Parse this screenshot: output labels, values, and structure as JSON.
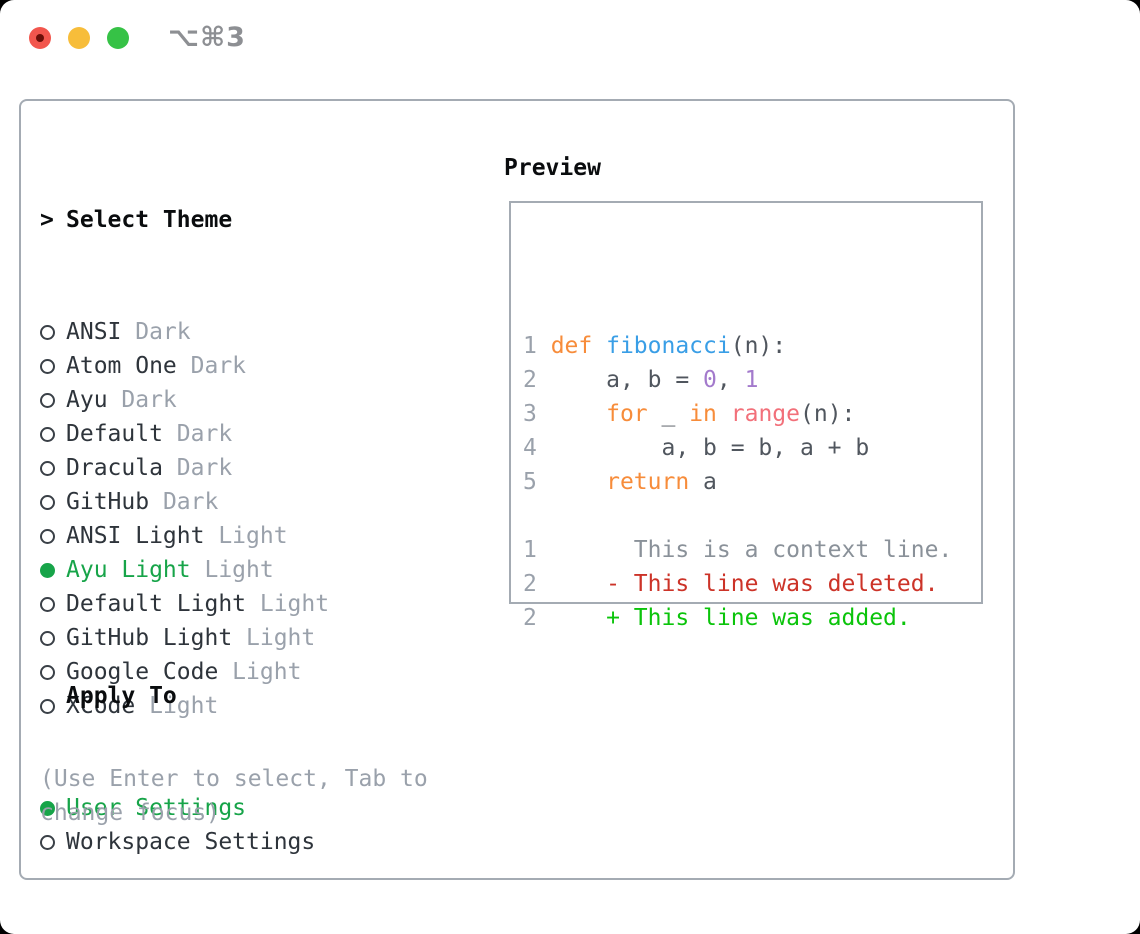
{
  "window": {
    "title": "⌥⌘3",
    "traffic_lights": [
      "close",
      "minimize",
      "zoom"
    ]
  },
  "theme_panel": {
    "header": {
      "prefix": ">",
      "label": "Select Theme"
    },
    "themes": [
      {
        "name": "ANSI",
        "variant": "Dark",
        "selected": false
      },
      {
        "name": "Atom One",
        "variant": "Dark",
        "selected": false
      },
      {
        "name": "Ayu",
        "variant": "Dark",
        "selected": false
      },
      {
        "name": "Default",
        "variant": "Dark",
        "selected": false
      },
      {
        "name": "Dracula",
        "variant": "Dark",
        "selected": false
      },
      {
        "name": "GitHub",
        "variant": "Dark",
        "selected": false
      },
      {
        "name": "ANSI Light",
        "variant": "Light",
        "selected": false
      },
      {
        "name": "Ayu Light",
        "variant": "Light",
        "selected": true
      },
      {
        "name": "Default Light",
        "variant": "Light",
        "selected": false
      },
      {
        "name": "GitHub Light",
        "variant": "Light",
        "selected": false
      },
      {
        "name": "Google Code",
        "variant": "Light",
        "selected": false
      },
      {
        "name": "XCode",
        "variant": "Light",
        "selected": false
      }
    ],
    "apply_to": {
      "label": "Apply To",
      "options": [
        {
          "name": "User Settings",
          "selected": true
        },
        {
          "name": "Workspace Settings",
          "selected": false
        }
      ]
    },
    "hint": "(Use Enter to select, Tab to change focus)"
  },
  "preview": {
    "label": "Preview",
    "lines": [
      {
        "n": "1",
        "tokens": [
          [
            "kw",
            "def "
          ],
          [
            "fn",
            "fibonacci"
          ],
          [
            "pl",
            "(n):"
          ]
        ]
      },
      {
        "n": "2",
        "tokens": [
          [
            "pl",
            "    a, b = "
          ],
          [
            "num",
            "0"
          ],
          [
            "pl",
            ", "
          ],
          [
            "num",
            "1"
          ]
        ]
      },
      {
        "n": "3",
        "tokens": [
          [
            "pl",
            "    "
          ],
          [
            "kw",
            "for"
          ],
          [
            "pl",
            " _ "
          ],
          [
            "kw",
            "in"
          ],
          [
            "pl",
            " "
          ],
          [
            "call",
            "range"
          ],
          [
            "pl",
            "(n):"
          ]
        ]
      },
      {
        "n": "4",
        "tokens": [
          [
            "pl",
            "        a, b = b, a + b"
          ]
        ]
      },
      {
        "n": "5",
        "tokens": [
          [
            "pl",
            "    "
          ],
          [
            "kw",
            "return"
          ],
          [
            "pl",
            " a"
          ]
        ]
      },
      {
        "n": "",
        "tokens": []
      },
      {
        "n": "1",
        "tokens": [
          [
            "ctx",
            "      This is a context line."
          ]
        ]
      },
      {
        "n": "2",
        "tokens": [
          [
            "del",
            "    - This line was deleted."
          ]
        ]
      },
      {
        "n": "2",
        "tokens": [
          [
            "add",
            "    + This line was added."
          ]
        ]
      }
    ]
  },
  "colors": {
    "tl_red": "#f2564d",
    "tl_red_dot": "#6b0f08",
    "tl_yellow": "#f7bd3a",
    "tl_green": "#36c246",
    "titlebar_text": "#8d8f93",
    "panel_border": "#a4abb3",
    "header_text": "#0a0c0e",
    "item_text": "#2e343b",
    "muted_text": "#9aa1ab",
    "radio_ring": "#3a4047",
    "selected_green": "#17a449",
    "line_number": "#9aa1ab",
    "code_keyword": "#f78c3a",
    "code_function": "#399ee6",
    "code_number": "#a37acc",
    "code_call": "#f2707a",
    "code_plain": "#50565e",
    "diff_context": "#8a9199",
    "diff_deleted": "#cc3328",
    "diff_added": "#0bc40b"
  }
}
